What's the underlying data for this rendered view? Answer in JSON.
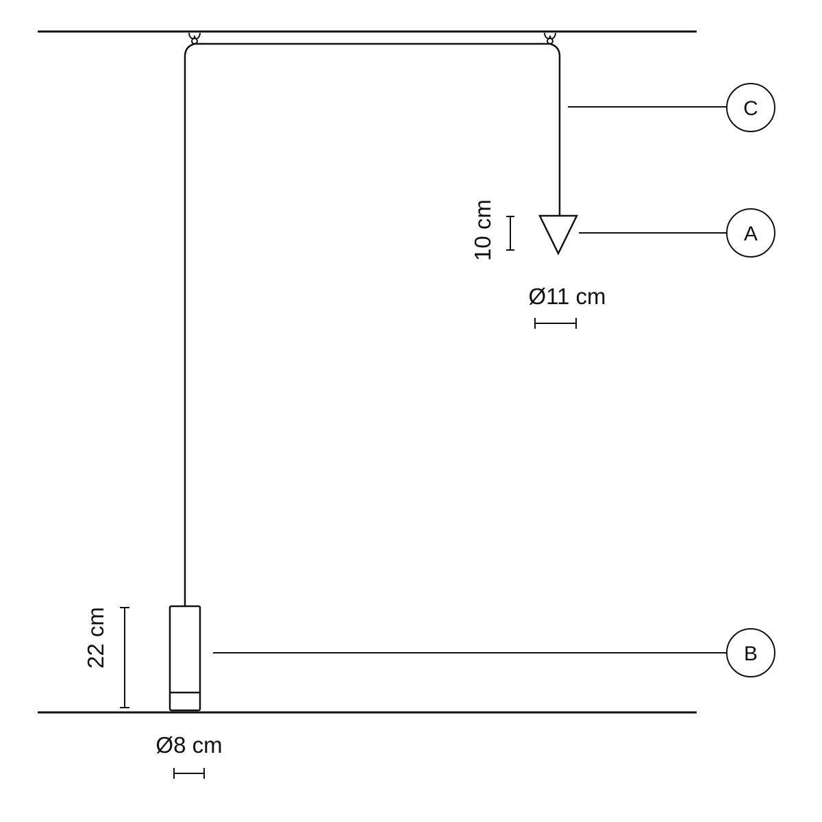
{
  "components": {
    "pendant_cone": {
      "callout_letter": "A",
      "height_label": "10 cm",
      "diameter_label": "Ø11 cm"
    },
    "floor_cylinder": {
      "callout_letter": "B",
      "height_label": "22 cm",
      "diameter_label": "Ø8 cm"
    },
    "suspension_cable": {
      "callout_letter": "C"
    }
  },
  "colors": {
    "line": "#111111",
    "background": "#ffffff"
  }
}
